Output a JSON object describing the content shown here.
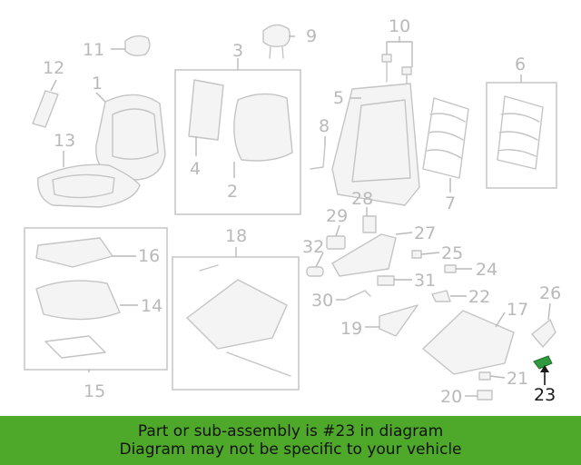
{
  "diagram": {
    "callouts": [
      {
        "id": "c1",
        "label": "1"
      },
      {
        "id": "c2",
        "label": "2"
      },
      {
        "id": "c3",
        "label": "3"
      },
      {
        "id": "c4",
        "label": "4"
      },
      {
        "id": "c5",
        "label": "5"
      },
      {
        "id": "c6",
        "label": "6"
      },
      {
        "id": "c7",
        "label": "7"
      },
      {
        "id": "c8",
        "label": "8"
      },
      {
        "id": "c9",
        "label": "9"
      },
      {
        "id": "c10",
        "label": "10"
      },
      {
        "id": "c11",
        "label": "11"
      },
      {
        "id": "c12",
        "label": "12"
      },
      {
        "id": "c13",
        "label": "13"
      },
      {
        "id": "c14",
        "label": "14"
      },
      {
        "id": "c15",
        "label": "15"
      },
      {
        "id": "c16",
        "label": "16"
      },
      {
        "id": "c17",
        "label": "17"
      },
      {
        "id": "c18",
        "label": "18"
      },
      {
        "id": "c19",
        "label": "19"
      },
      {
        "id": "c20",
        "label": "20"
      },
      {
        "id": "c21",
        "label": "21"
      },
      {
        "id": "c22",
        "label": "22"
      },
      {
        "id": "c23",
        "label": "23"
      },
      {
        "id": "c24",
        "label": "24"
      },
      {
        "id": "c25",
        "label": "25"
      },
      {
        "id": "c26",
        "label": "26"
      },
      {
        "id": "c27",
        "label": "27"
      },
      {
        "id": "c28",
        "label": "28"
      },
      {
        "id": "c29",
        "label": "29"
      },
      {
        "id": "c30",
        "label": "30"
      },
      {
        "id": "c31",
        "label": "31"
      },
      {
        "id": "c32",
        "label": "32"
      }
    ],
    "highlighted_part": "23",
    "highlight_color": "#2e9a3e"
  },
  "banner": {
    "line1": "Part or sub-assembly is #23 in diagram",
    "line2": "Diagram may not be specific to your vehicle",
    "background": "#4ea82a"
  }
}
